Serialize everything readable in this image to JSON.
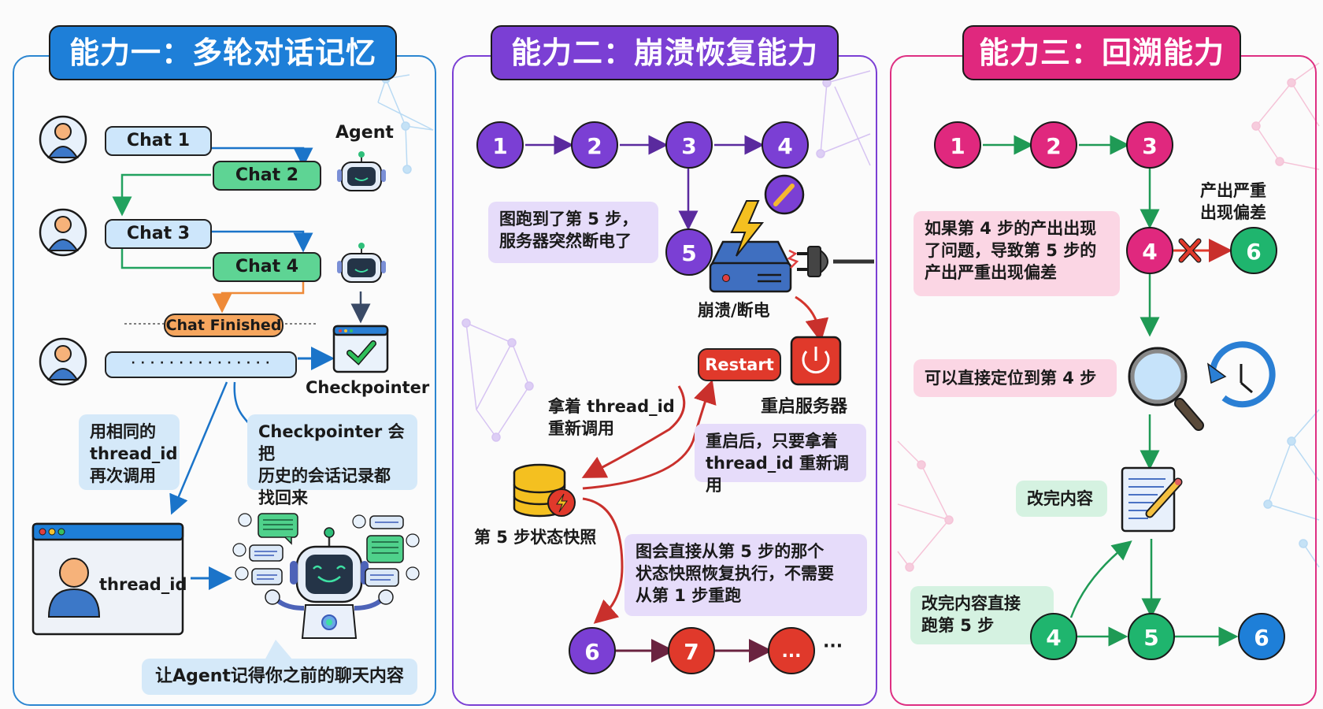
{
  "colors": {
    "blue": "#1a7fd6",
    "purple": "#7b3fd4",
    "pink": "#e0287e",
    "green": "#1fb56e",
    "red": "#e0392b",
    "orange": "#f4a259"
  },
  "panel1": {
    "title": "能力一：多轮对话记忆",
    "agent_label": "Agent",
    "chats": [
      "Chat 1",
      "Chat 2",
      "Chat 3",
      "Chat 4"
    ],
    "chat_finished": "Chat Finished",
    "dotted_message": "· · · · · · · · · · · · · · ·",
    "checkpointer_label": "Checkpointer",
    "note_left": [
      "用相同的",
      "thread_id",
      "再次调用"
    ],
    "note_right": [
      "Checkpointer 会把",
      "历史的会话记录都",
      "找回来"
    ],
    "window_label": "thread_id",
    "caption": "让Agent记得你之前的聊天内容"
  },
  "panel2": {
    "title": "能力二：崩溃恢复能力",
    "top_nodes": [
      "1",
      "2",
      "3",
      "4"
    ],
    "crash_node": "5",
    "note_crash": [
      "图跑到了第 5 步，",
      "服务器突然断电了"
    ],
    "crash_label": "崩溃/断电",
    "restart_button": "Restart",
    "restart_label": "重启服务器",
    "reinvoke_label": [
      "拿着 thread_id",
      "重新调用"
    ],
    "note_restart": [
      "重启后，只要拿着",
      "thread_id 重新调用"
    ],
    "snapshot_label": "第 5 步状态快照",
    "note_resume": [
      "图会直接从第 5 步的那个",
      "状态快照恢复执行，不需要",
      "从第 1 步重跑"
    ],
    "bottom_nodes": [
      "6",
      "7",
      "..."
    ],
    "trailing_ellipsis": "···"
  },
  "panel3": {
    "title": "能力三：回溯能力",
    "top_nodes": [
      "1",
      "2",
      "3"
    ],
    "bad_node": "4",
    "skipped_node": "6",
    "deviation_label": [
      "产出严重",
      "出现偏差"
    ],
    "note_problem": [
      "如果第 4 步的产出出现",
      "了问题，导致第 5 步的",
      "产出严重出现偏差"
    ],
    "note_locate": "可以直接定位到第 4 步",
    "note_edit": "改完内容",
    "note_rerun": [
      "改完内容直接",
      "跑第 5 步"
    ],
    "bottom_nodes": [
      "4",
      "5",
      "6"
    ]
  }
}
